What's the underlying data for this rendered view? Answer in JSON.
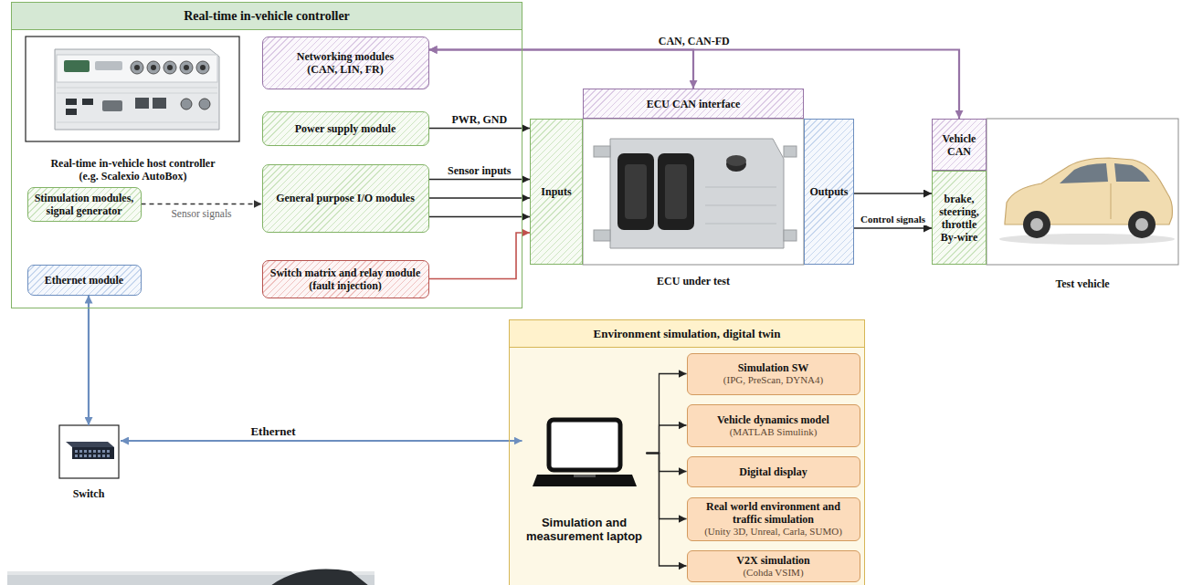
{
  "diagram": {
    "nodes": [
      {
        "text": [
          "Real-time in-vehicle controller"
        ]
      },
      {
        "text": [
          "Real-time in-vehicle host controller (e.g. Scalexio AutoBox)"
        ],
        "in": 0
      },
      {
        "text": [
          "Networking modules (CAN, LIN, FR)"
        ],
        "in": 0
      },
      {
        "text": [
          "Power supply module"
        ],
        "in": 0
      },
      {
        "text": [
          "General purpose I/O modules"
        ],
        "in": 0
      },
      {
        "text": [
          "Stimulation modules, signal generator"
        ],
        "in": 0
      },
      {
        "text": [
          "Switch matrix and relay module (fault injection)"
        ],
        "in": 0
      },
      {
        "text": [
          "Ethernet module"
        ],
        "in": 0
      },
      {
        "text": [
          "ECU under test"
        ]
      },
      {
        "text": [
          "ECU CAN interface"
        ],
        "in": 8
      },
      {
        "text": [
          "Inputs"
        ],
        "in": 8
      },
      {
        "text": [
          "Outputs"
        ],
        "in": 8
      },
      {
        "text": [
          "Test vehicle"
        ]
      },
      {
        "text": [
          "Vehicle CAN"
        ],
        "in": 12
      },
      {
        "text": [
          "brake, steering, throttle By-wire"
        ],
        "in": 12
      },
      {
        "text": [
          "Switch"
        ]
      },
      {
        "text": [
          "Environment simulation, digital twin"
        ]
      },
      {
        "text": [
          "Simulation and measurement laptop"
        ],
        "in": 16
      },
      {
        "text": [
          "Simulation SW",
          "(IPG, PreScan, DYNA4)"
        ],
        "in": 16
      },
      {
        "text": [
          "Vehicle dynamics model",
          "(MATLAB Simulink)"
        ],
        "in": 16
      },
      {
        "text": [
          "Digital display"
        ],
        "in": 16
      },
      {
        "text": [
          "Real world environment and traffic simulation",
          "(Unity 3D, Unreal, Carla, SUMO)"
        ],
        "in": 16
      },
      {
        "text": [
          "V2X simulation",
          "(Cohda VSIM)"
        ],
        "in": 16
      }
    ],
    "edges": [
      {
        "from": 2,
        "to": 13,
        "arrow": "both",
        "label": "CAN, CAN-FD"
      },
      {
        "from": 2,
        "to": 9,
        "arrow": "both"
      },
      {
        "from": 3,
        "to": 10,
        "arrow": "to",
        "label": "PWR, GND"
      },
      {
        "from": 4,
        "to": 10,
        "arrow": "to",
        "label": "Sensor inputs"
      },
      {
        "from": 4,
        "to": 10,
        "arrow": "to"
      },
      {
        "from": 4,
        "to": 10,
        "arrow": "to"
      },
      {
        "from": 5,
        "to": 4,
        "arrow": "to",
        "label": "Sensor signals"
      },
      {
        "from": 6,
        "to": 10,
        "arrow": "to"
      },
      {
        "from": 11,
        "to": 14,
        "arrow": "to"
      },
      {
        "from": 11,
        "to": 14,
        "arrow": "to",
        "label": "Control signals"
      },
      {
        "from": 7,
        "to": 15,
        "arrow": "both"
      },
      {
        "from": 15,
        "to": 17,
        "arrow": "both",
        "label": "Ethernet"
      },
      {
        "from": 17,
        "to": 18,
        "arrow": "to"
      },
      {
        "from": 17,
        "to": 19,
        "arrow": "to"
      },
      {
        "from": 17,
        "to": 20,
        "arrow": "to"
      },
      {
        "from": 17,
        "to": 21,
        "arrow": "to"
      },
      {
        "from": 17,
        "to": 22,
        "arrow": "to"
      }
    ]
  }
}
